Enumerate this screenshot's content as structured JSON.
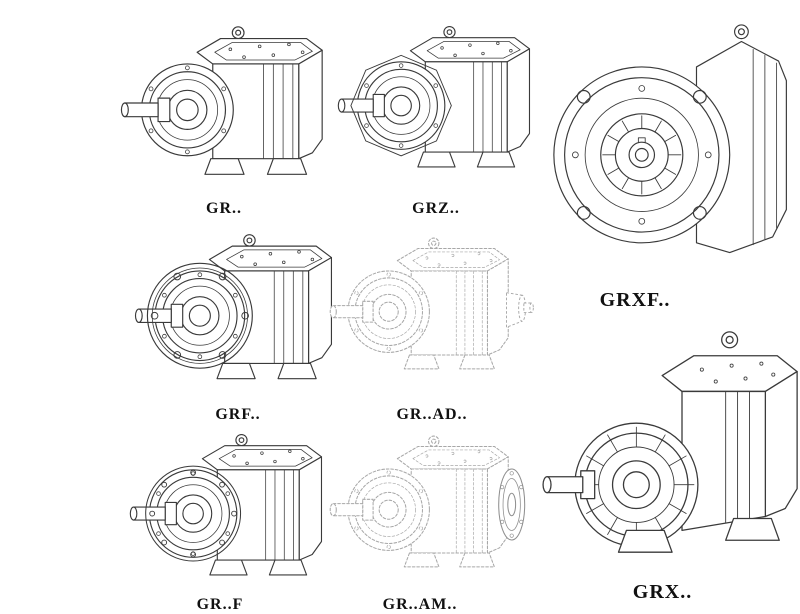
{
  "style": {
    "background": "#ffffff",
    "line_color": "#3a3a3a",
    "ghost_line_color": "#a8a8a8",
    "label_color": "#111111"
  },
  "figures": [
    {
      "id": "gr",
      "label": "GR..",
      "drawing": "foot-mounted helical gear reducer, solid line art"
    },
    {
      "id": "grz",
      "label": "GRZ..",
      "drawing": "foot-mounted helical gear reducer with faceted housing, solid line art"
    },
    {
      "id": "grxf",
      "label": "GRXF..",
      "drawing": "flange-mounted helical gear reducer, front flange view, solid line art"
    },
    {
      "id": "grf",
      "label": "GRF..",
      "drawing": "flange and foot mounted helical gear reducer, solid line art"
    },
    {
      "id": "grad",
      "label": "GR..AD..",
      "drawing": "gear reducer with input adapter, dotted ghost line art"
    },
    {
      "id": "grx",
      "label": "GRX..",
      "drawing": "large foot-mounted helical gear reducer, solid line art"
    },
    {
      "id": "grft",
      "label": "GR..F",
      "drawing": "foot-mounted gear reducer with bolt-hole flange, solid line art"
    },
    {
      "id": "gram",
      "label": "GR..AM..",
      "drawing": "gear reducer with motor mounting flange, dotted ghost line art"
    }
  ]
}
